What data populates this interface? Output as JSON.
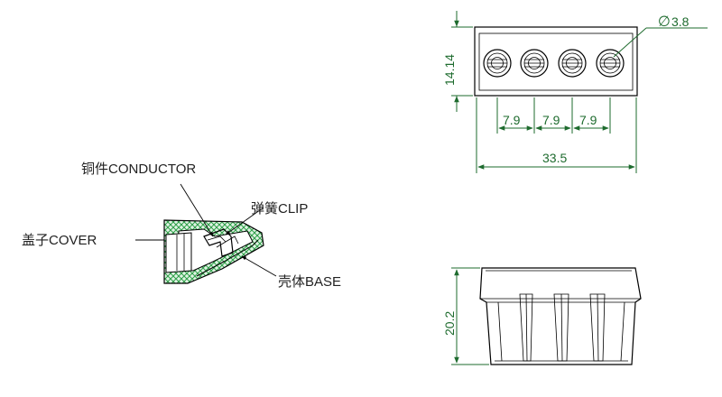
{
  "callouts": {
    "conductor": "铜件CONDUCTOR",
    "clip": "弹簧CLIP",
    "cover": "盖子COVER",
    "base": "壳体BASE"
  },
  "dimensions": {
    "hole_diameter": "3.8",
    "diameter_symbol": "∅",
    "height_top": "14.14",
    "pitch_1": "7.9",
    "pitch_2": "7.9",
    "pitch_3": "7.9",
    "overall_width": "33.5",
    "height_front": "20.2"
  },
  "colors": {
    "dimension": "#1e6b2e",
    "hatch": "#2e9e48",
    "outline": "#000000"
  }
}
